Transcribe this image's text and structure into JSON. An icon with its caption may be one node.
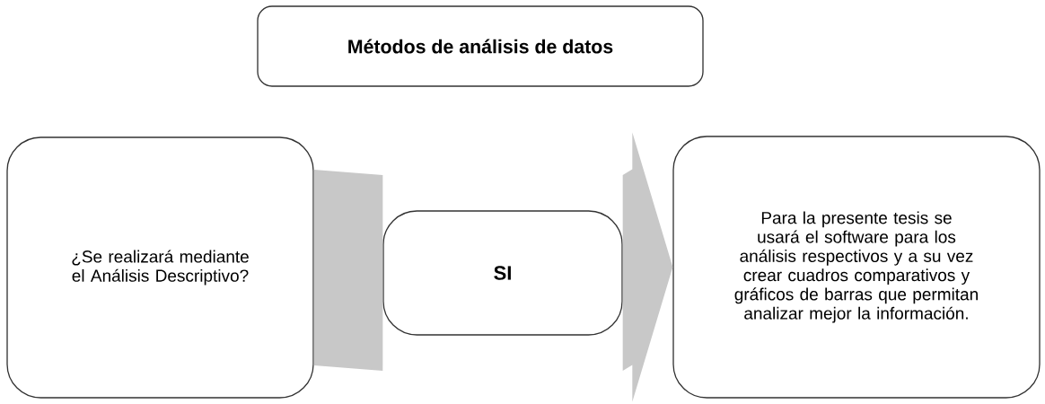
{
  "diagram": {
    "title": "Métodos de análisis de datos",
    "nodes": [
      {
        "text": [
          "¿Se realizará mediante el Análisis Descriptivo?"
        ]
      },
      {
        "text": [
          "SI"
        ]
      },
      {
        "text": [
          "Para la presente tesis se usará el software para los análisis respectivos y a su vez crear cuadros comparativos y gráficos de barras que permitan analizar mejor la información."
        ]
      }
    ],
    "edges": [
      {
        "from": 0,
        "to": 1,
        "arrow": "none",
        "style": "thick",
        "color": "#c8c8c8"
      },
      {
        "from": 1,
        "to": 2,
        "arrow": "to",
        "style": "thick",
        "color": "#c8c8c8"
      }
    ]
  }
}
